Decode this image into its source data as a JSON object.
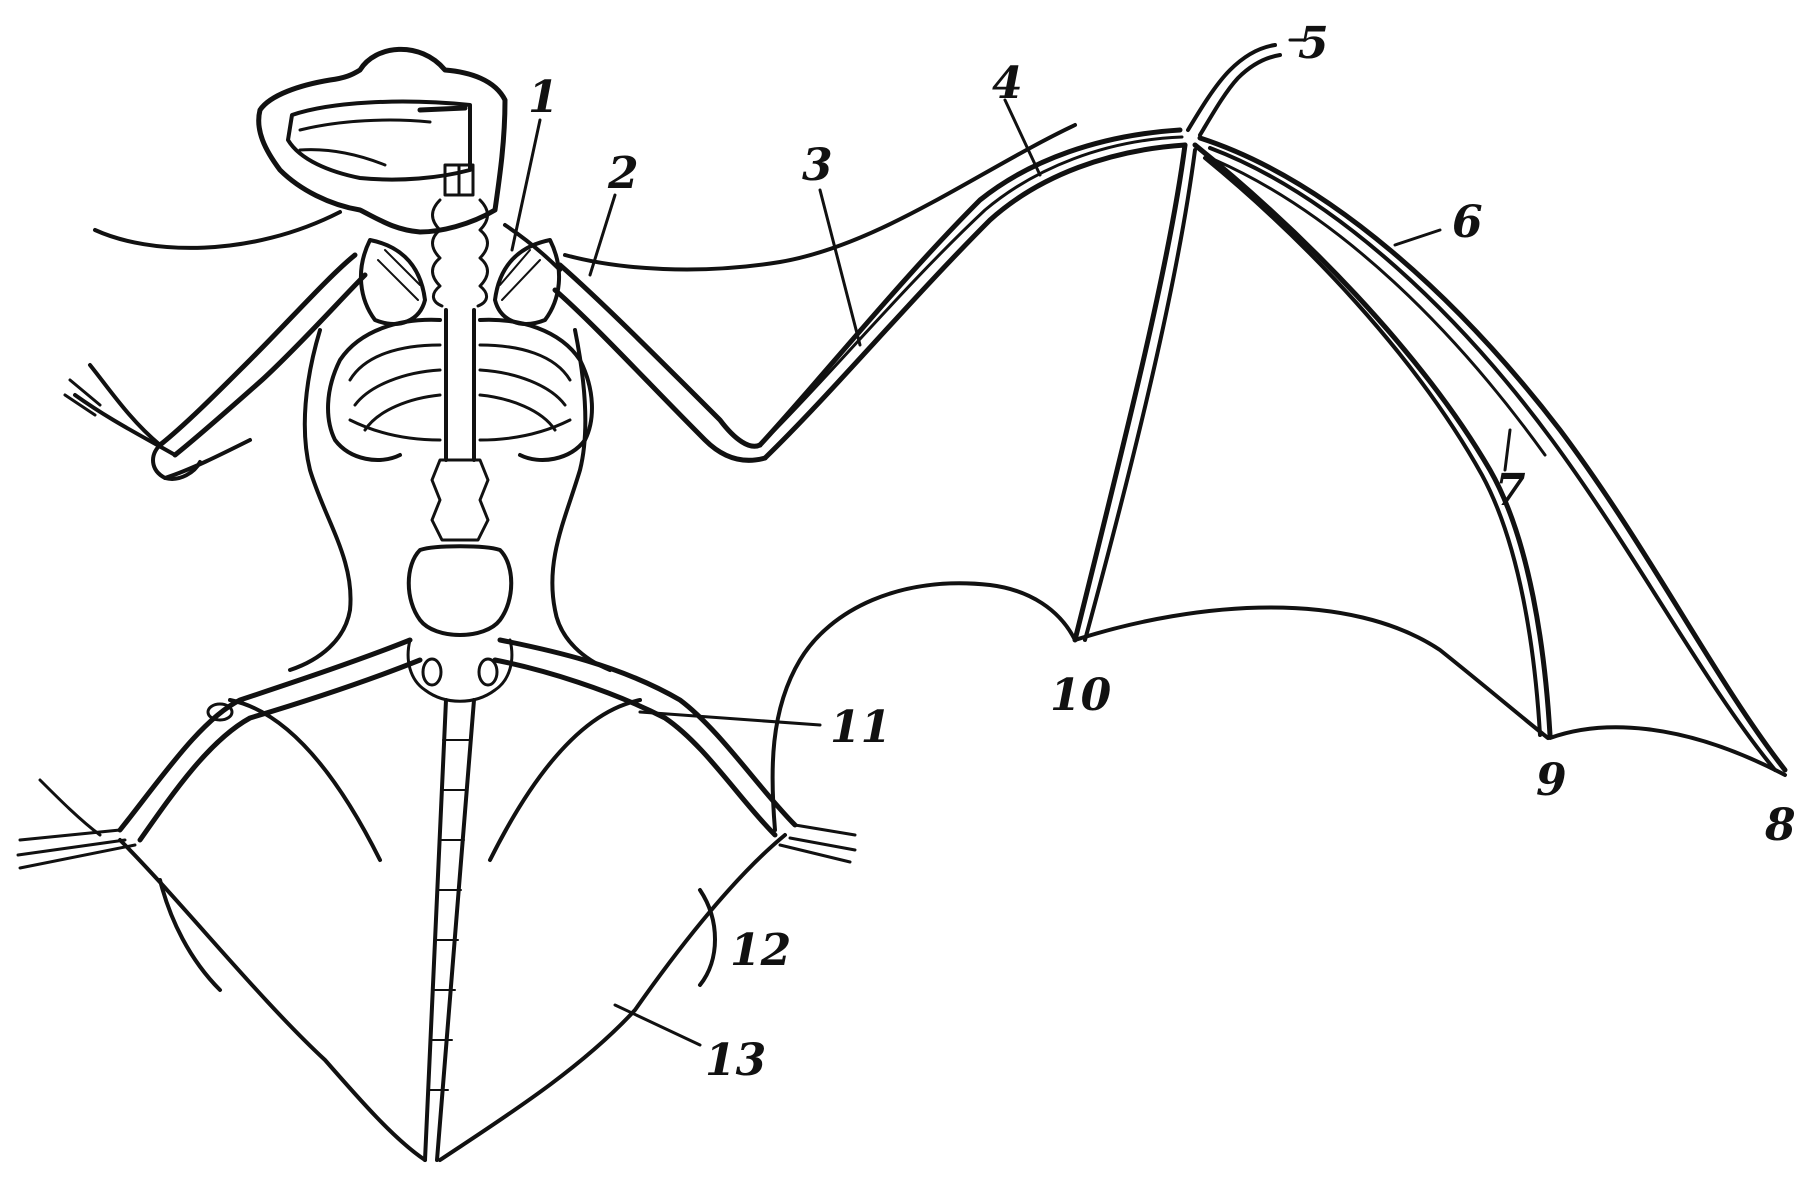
{
  "diagram": {
    "colors": {
      "ink": "#111111",
      "paper": "#ffffff"
    },
    "labels": [
      {
        "id": "1",
        "text": "1"
      },
      {
        "id": "2",
        "text": "2"
      },
      {
        "id": "3",
        "text": "3"
      },
      {
        "id": "4",
        "text": "4"
      },
      {
        "id": "5",
        "text": "5"
      },
      {
        "id": "6",
        "text": "6"
      },
      {
        "id": "7",
        "text": "7"
      },
      {
        "id": "8",
        "text": "8"
      },
      {
        "id": "9",
        "text": "9"
      },
      {
        "id": "10",
        "text": "10"
      },
      {
        "id": "11",
        "text": "11"
      },
      {
        "id": "12",
        "text": "12"
      },
      {
        "id": "13",
        "text": "13"
      }
    ]
  }
}
